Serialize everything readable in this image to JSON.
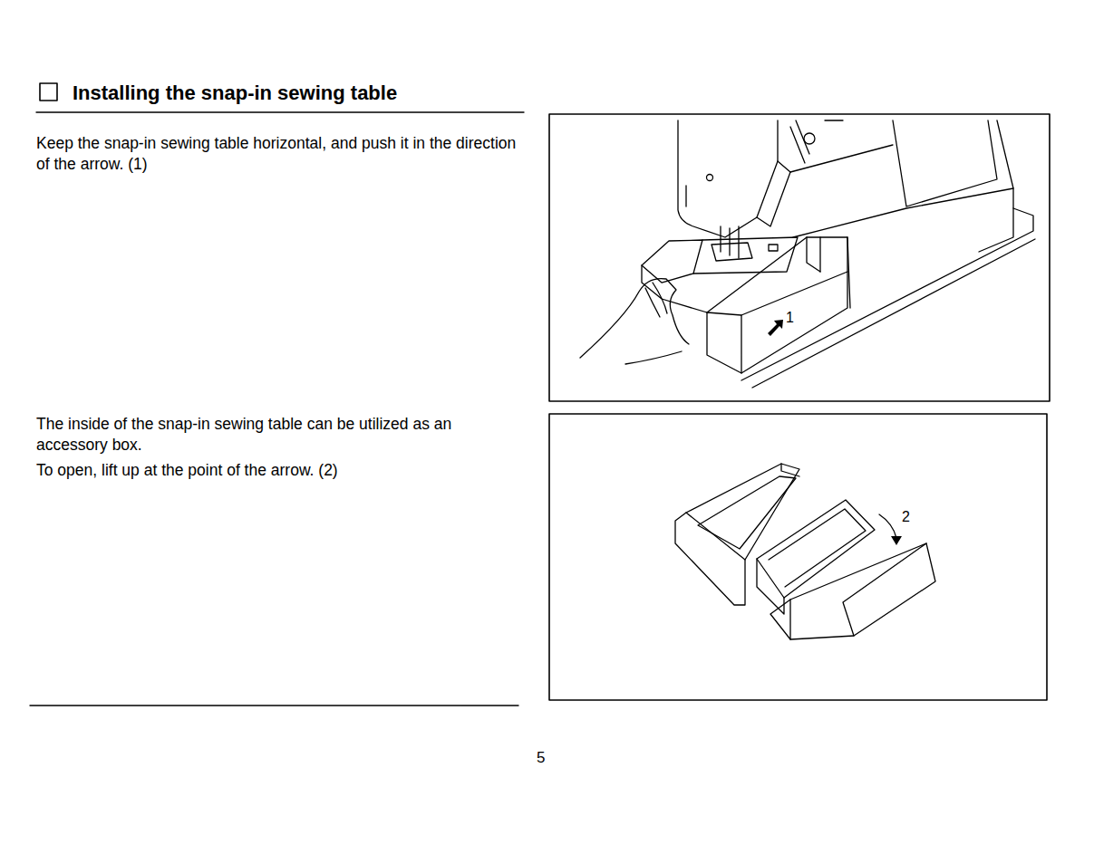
{
  "diagram": {
    "title": "Installing the snap-in sewing table",
    "labels": [
      "Keep the snap-in sewing table horizontal, and push it in the direction of the arrow. (1)",
      "The inside of the snap-in sewing table can be utilized as an accessory box.",
      "To open, lift up at the point of the arrow. (2)",
      "1",
      "2",
      "5"
    ]
  }
}
